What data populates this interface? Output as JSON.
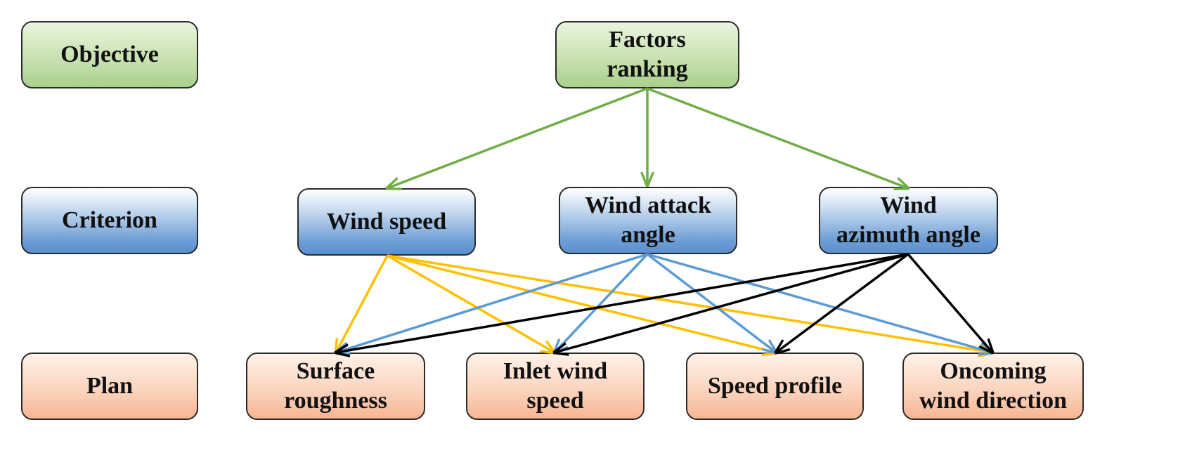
{
  "levels": {
    "objective": "Objective",
    "criterion": "Criterion",
    "plan": "Plan"
  },
  "objective_node": "Factors\nranking",
  "criteria": {
    "wind_speed": "Wind speed",
    "wind_attack_angle": "Wind attack\nangle",
    "wind_azimuth_angle": "Wind\nazimuth angle"
  },
  "plans": {
    "surface_roughness": "Surface\nroughness",
    "inlet_wind_speed": "Inlet wind\nspeed",
    "speed_profile": "Speed profile",
    "oncoming_wind_direction": "Oncoming\nwind direction"
  },
  "colors": {
    "objective_arrows": "#70ad47",
    "wind_speed_arrows": "#ffc000",
    "wind_attack_angle_arrows": "#5b9bd5",
    "wind_azimuth_angle_arrows": "#000000"
  },
  "edges": [
    {
      "from": "factors_ranking",
      "to": "wind_speed",
      "color": "objective_arrows"
    },
    {
      "from": "factors_ranking",
      "to": "wind_attack_angle",
      "color": "objective_arrows"
    },
    {
      "from": "factors_ranking",
      "to": "wind_azimuth_angle",
      "color": "objective_arrows"
    },
    {
      "from": "wind_speed",
      "to": "surface_roughness",
      "color": "wind_speed_arrows"
    },
    {
      "from": "wind_speed",
      "to": "inlet_wind_speed",
      "color": "wind_speed_arrows"
    },
    {
      "from": "wind_speed",
      "to": "speed_profile",
      "color": "wind_speed_arrows"
    },
    {
      "from": "wind_speed",
      "to": "oncoming_wind_direction",
      "color": "wind_speed_arrows"
    },
    {
      "from": "wind_attack_angle",
      "to": "surface_roughness",
      "color": "wind_attack_angle_arrows"
    },
    {
      "from": "wind_attack_angle",
      "to": "inlet_wind_speed",
      "color": "wind_attack_angle_arrows"
    },
    {
      "from": "wind_attack_angle",
      "to": "speed_profile",
      "color": "wind_attack_angle_arrows"
    },
    {
      "from": "wind_attack_angle",
      "to": "oncoming_wind_direction",
      "color": "wind_attack_angle_arrows"
    },
    {
      "from": "wind_azimuth_angle",
      "to": "surface_roughness",
      "color": "wind_azimuth_angle_arrows"
    },
    {
      "from": "wind_azimuth_angle",
      "to": "inlet_wind_speed",
      "color": "wind_azimuth_angle_arrows"
    },
    {
      "from": "wind_azimuth_angle",
      "to": "speed_profile",
      "color": "wind_azimuth_angle_arrows"
    },
    {
      "from": "wind_azimuth_angle",
      "to": "oncoming_wind_direction",
      "color": "wind_azimuth_angle_arrows"
    }
  ]
}
